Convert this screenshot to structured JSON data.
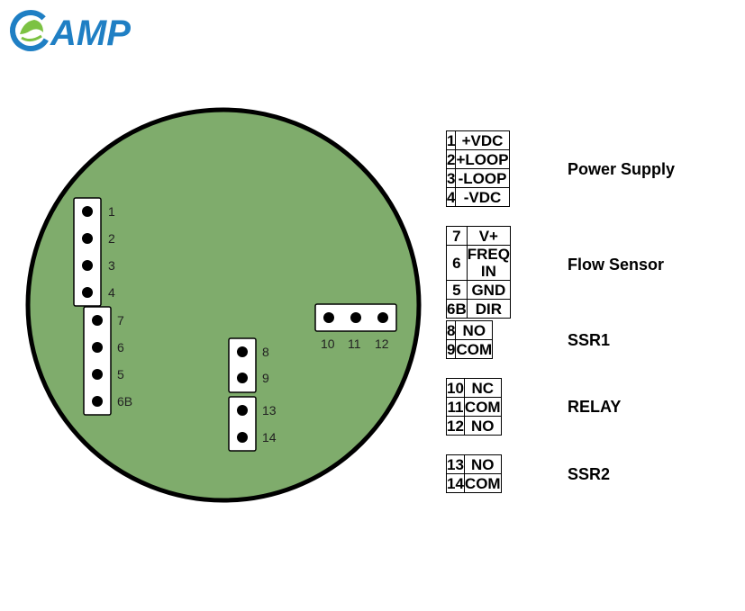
{
  "logo": {
    "text": "AMP",
    "colors": {
      "green": "#7cc243",
      "blue": "#1f7fc4"
    }
  },
  "board": {
    "fill": "#7fac6c",
    "border": "#000000",
    "left_column_pins": [
      "1",
      "2",
      "3",
      "4"
    ],
    "left_column2_pins": [
      "7",
      "6",
      "5",
      "6B"
    ],
    "center_pins": [
      "8",
      "9",
      "13",
      "14"
    ],
    "right_header_pins": [
      "10",
      "11",
      "12"
    ]
  },
  "groups": [
    {
      "label": "Power Supply",
      "rows": [
        {
          "num": "1",
          "signal": "+VDC"
        },
        {
          "num": "2",
          "signal": "+LOOP"
        },
        {
          "num": "3",
          "signal": "-LOOP"
        },
        {
          "num": "4",
          "signal": "-VDC"
        }
      ]
    },
    {
      "label": "Flow Sensor",
      "rows": [
        {
          "num": "7",
          "signal": "V+"
        },
        {
          "num": "6",
          "signal": "FREQ IN"
        },
        {
          "num": "5",
          "signal": "GND"
        },
        {
          "num": "6B",
          "signal": "DIR"
        }
      ]
    },
    {
      "label": "SSR1",
      "rows": [
        {
          "num": "8",
          "signal": "NO"
        },
        {
          "num": "9",
          "signal": "COM"
        }
      ]
    },
    {
      "label": "RELAY",
      "rows": [
        {
          "num": "10",
          "signal": "NC"
        },
        {
          "num": "11",
          "signal": "COM"
        },
        {
          "num": "12",
          "signal": "NO"
        }
      ]
    },
    {
      "label": "SSR2",
      "rows": [
        {
          "num": "13",
          "signal": "NO"
        },
        {
          "num": "14",
          "signal": "COM"
        }
      ]
    }
  ]
}
